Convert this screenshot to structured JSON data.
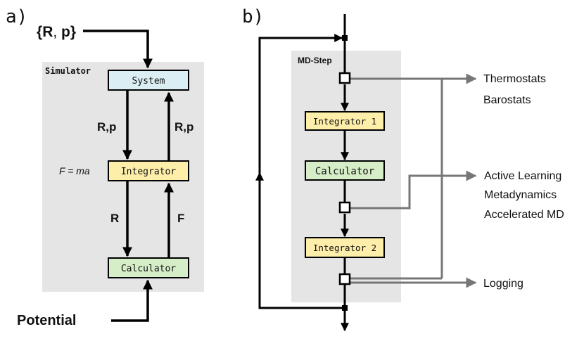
{
  "panel_a": {
    "label": "a)",
    "input_label_open": "{",
    "input_label_R": "R",
    "input_label_sep": ", ",
    "input_label_p": "p",
    "input_label_close": "}",
    "group_title": "Simulator",
    "system_box": "System",
    "integrator_box": "Integrator",
    "calculator_box": "Calculator",
    "down_label_top": "R,p",
    "up_label_top": "R,p",
    "down_label_bottom": "R",
    "up_label_bottom": "F",
    "equation": "F = ma",
    "potential_label": "Potential"
  },
  "panel_b": {
    "label": "b)",
    "group_title": "MD-Step",
    "integrator1_box": "Integrator 1",
    "calculator_box": "Calculator",
    "integrator2_box": "Integrator 2",
    "out_thermostats": "Thermostats",
    "out_barostats": "Barostats",
    "out_active_learning": "Active Learning",
    "out_metadynamics": "Metadynamics",
    "out_accelerated_md": "Accelerated MD",
    "out_logging": "Logging"
  },
  "colors": {
    "group_bg": "#e5e5e5",
    "system_fill": "#dbeef3",
    "integrator_fill": "#fdeeaa",
    "calculator_fill": "#d5eec8",
    "main_line": "#000000",
    "side_line": "#777777"
  }
}
